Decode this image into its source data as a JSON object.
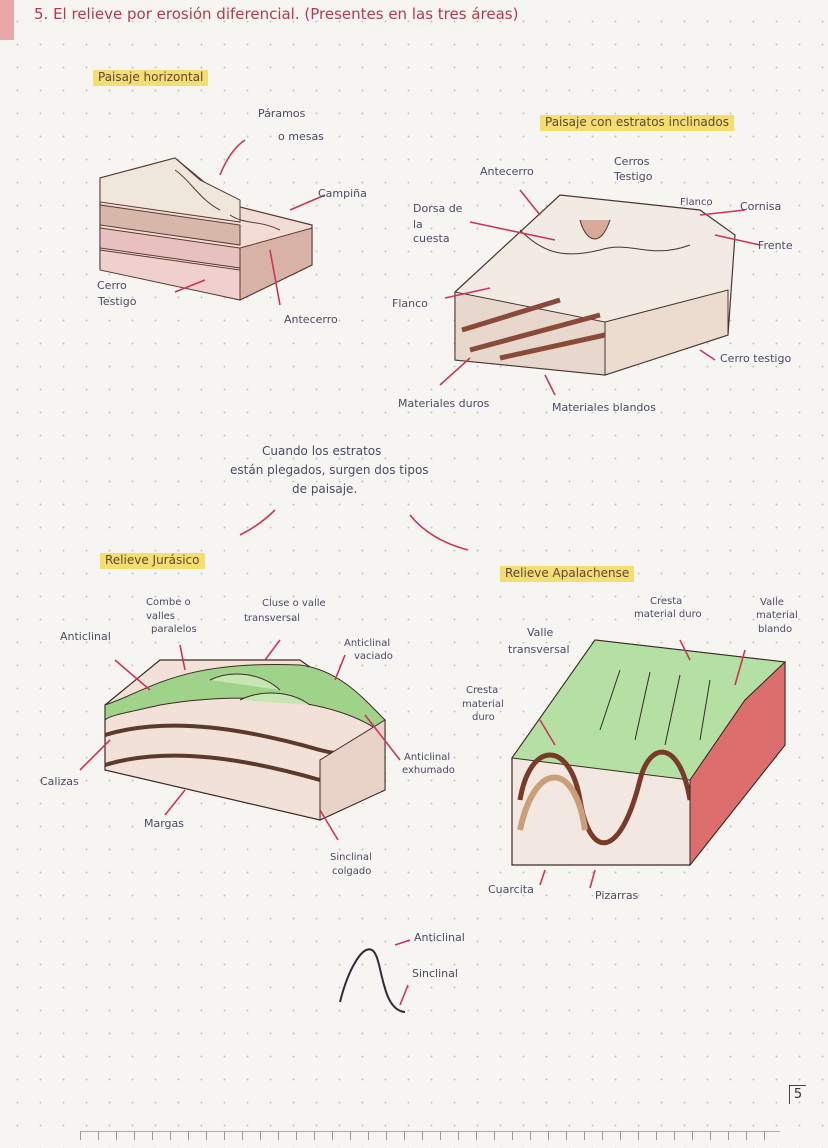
{
  "title": "5. El relieve por erosión diferencial. (Presentes en las tres áreas)",
  "page_number": "5",
  "sections": {
    "horizontal": {
      "heading": "Paisaje horizontal",
      "labels": {
        "paramos": "Páramos",
        "mesas": "o mesas",
        "campina": "Campiña",
        "cerro": "Cerro",
        "testigo": "Testigo",
        "antecerro": "Antecerro"
      }
    },
    "inclinados": {
      "heading": "Paisaje con estratos inclinados",
      "labels": {
        "antecerro": "Antecerro",
        "cerros": "Cerros",
        "testigo": "Testigo",
        "dorsa1": "Dorsa de",
        "dorsa2": "la",
        "dorsa3": "cuesta",
        "flanco_top": "Flanco",
        "cornisa": "Cornisa",
        "frente": "Frente",
        "flanco": "Flanco",
        "cerro_testigo": "Cerro testigo",
        "duros": "Materiales duros",
        "blandos": "Materiales blandos"
      }
    },
    "middle": {
      "line1": "Cuando los estratos",
      "line2": "están plegados, surgen dos tipos",
      "line3": "de paisaje."
    },
    "jurasico": {
      "heading": "Relieve Jurásico",
      "labels": {
        "combe1": "Combe o",
        "combe2": "valles",
        "combe3": "paralelos",
        "anticlinal": "Anticlinal",
        "cluse1": "Cluse o valle",
        "cluse2": "transversal",
        "vaciado1": "Anticlinal",
        "vaciado2": "vaciado",
        "exhumado1": "Anticlinal",
        "exhumado2": "exhumado",
        "calizas": "Calizas",
        "margas": "Margas",
        "colgado1": "Sinclinal",
        "colgado2": "colgado"
      }
    },
    "apalachense": {
      "heading": "Relieve Apalachense",
      "labels": {
        "cresta1": "Cresta",
        "cresta2": "material duro",
        "valle1": "Valle",
        "valle2": "material",
        "valle3": "blando",
        "vt1": "Valle",
        "vt2": "transversal",
        "cd1": "Cresta",
        "cd2": "material",
        "cd3": "duro",
        "cuarcita": "Cuarcita",
        "pizarras": "Pizarras"
      }
    },
    "fold": {
      "anticlinal": "Anticlinal",
      "sinclinal": "Sinclinal"
    }
  }
}
